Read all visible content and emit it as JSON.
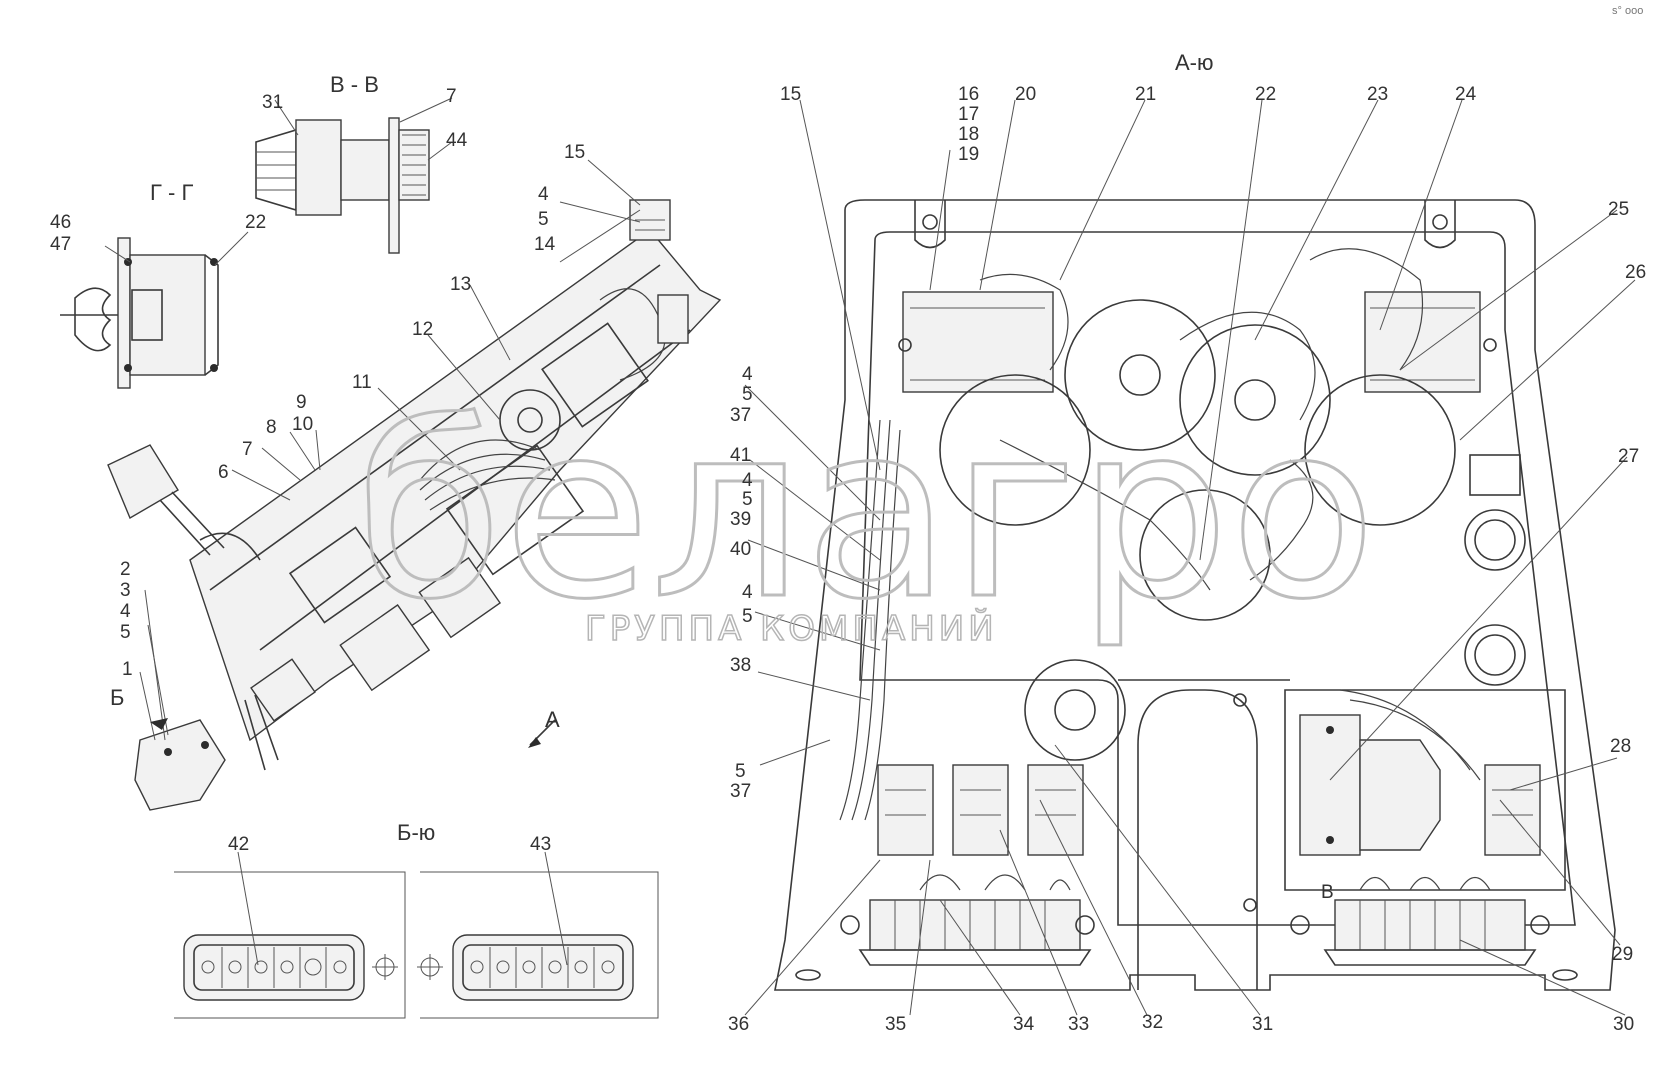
{
  "views": {
    "a_view": "А-ю",
    "b_view": "Б-ю",
    "v_section": "В - В",
    "g_section": "Г - Г",
    "arrow_a": "А",
    "arrow_b": "Б"
  },
  "callouts": {
    "c1": "1",
    "c2": "2",
    "c3": "3",
    "c4": "4",
    "c5": "5",
    "c6": "6",
    "c7": "7",
    "c8": "8",
    "c9": "9",
    "c10": "10",
    "c11": "11",
    "c12": "12",
    "c13": "13",
    "c14": "14",
    "c15": "15",
    "c16": "16",
    "c17": "17",
    "c18": "18",
    "c19": "19",
    "c20": "20",
    "c21": "21",
    "c22": "22",
    "c23": "23",
    "c24": "24",
    "c25": "25",
    "c26": "26",
    "c27": "27",
    "c28": "28",
    "c29": "29",
    "c30": "30",
    "c31": "31",
    "c32": "32",
    "c33": "33",
    "c34": "34",
    "c35": "35",
    "c36": "36",
    "c37": "37",
    "c38": "38",
    "c39": "39",
    "c40": "40",
    "c41": "41",
    "c42": "42",
    "c43": "43",
    "c44": "44",
    "c46": "46",
    "c47": "47",
    "c_v": "В"
  },
  "watermark": {
    "brand": "белагро",
    "tagline": "ГРУППА КОМПАНИЙ"
  },
  "corner_mark": "s° ooo"
}
